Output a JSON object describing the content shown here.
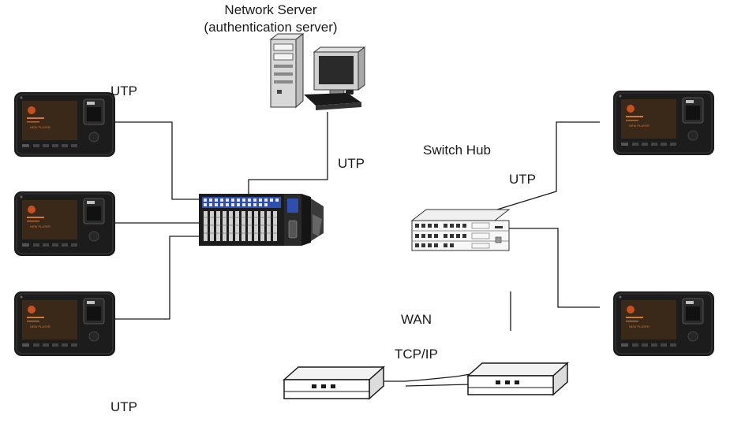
{
  "labels": {
    "server_title": "Network Server",
    "server_subtitle": "(authentication server)",
    "utp_top_left": "UTP",
    "utp_server": "UTP",
    "switch_hub": "Switch Hub",
    "utp_right": "UTP",
    "wan": "WAN",
    "tcpip": "TCP/IP",
    "utp_bottom_left": "UTP"
  },
  "devices": {
    "terminal_screen_text": "NEW PLAYER"
  },
  "colors": {
    "terminal_body": "#1c1c1c",
    "terminal_screen": "#3a2a1a",
    "accent_orange": "#c8501e",
    "rack_blue": "#2f4fb0",
    "line": "#1a1a1a"
  }
}
